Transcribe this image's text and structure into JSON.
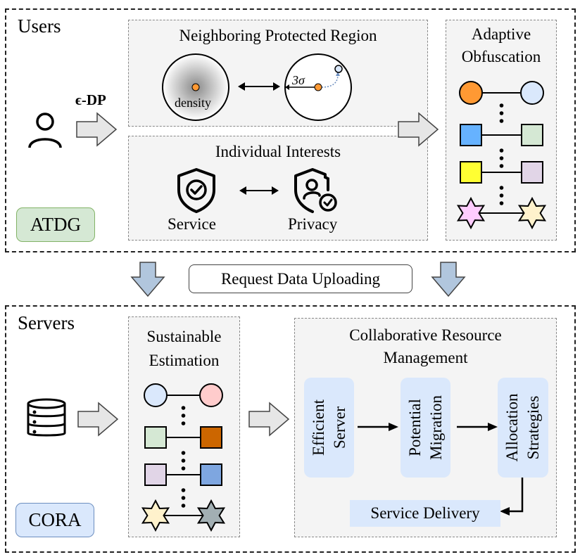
{
  "users_section": {
    "label": "Users",
    "badge": "ATDG",
    "dp_label": "ϵ-DP",
    "neighboring_panel": {
      "title": "Neighboring Protected Region",
      "density_label": "density",
      "radius_label": "3σ"
    },
    "interests_panel": {
      "title": "Individual Interests",
      "left_label": "Service",
      "right_label": "Privacy"
    },
    "obfuscation_panel": {
      "title_line1": "Adaptive",
      "title_line2": "Obfuscation",
      "pairs": [
        {
          "shape": "circle",
          "left_color": "#ff9933",
          "right_color": "#dae8fc"
        },
        {
          "shape": "square",
          "left_color": "#66b2ff",
          "right_color": "#d5e8d4"
        },
        {
          "shape": "square",
          "left_color": "#ffff33",
          "right_color": "#e1d5e7"
        },
        {
          "shape": "star",
          "left_color": "#ffccff",
          "right_color": "#fff2cc"
        }
      ]
    }
  },
  "middle": {
    "request_label": "Request Data Uploading"
  },
  "servers_section": {
    "label": "Servers",
    "badge": "CORA",
    "estimation_panel": {
      "title_line1": "Sustainable",
      "title_line2": "Estimation",
      "pairs": [
        {
          "shape": "circle",
          "left_color": "#dae8fc",
          "right_color": "#ffcccc"
        },
        {
          "shape": "square",
          "left_color": "#d5e8d4",
          "right_color": "#cc6600"
        },
        {
          "shape": "square",
          "left_color": "#e1d5e7",
          "right_color": "#7ea6e0"
        },
        {
          "shape": "star",
          "left_color": "#fff2cc",
          "right_color": "#a2afb3"
        }
      ]
    },
    "management_panel": {
      "title_line1": "Collaborative Resource",
      "title_line2": "Management",
      "steps": [
        {
          "line1": "Efficient",
          "line2": "Server"
        },
        {
          "line1": "Potential",
          "line2": "Migration"
        },
        {
          "line1": "Allocation",
          "line2": "Strategies"
        }
      ],
      "delivery_label": "Service Delivery"
    }
  },
  "colors": {
    "atdg_fill": "#d5e8d4",
    "atdg_border": "#82b366",
    "cora_fill": "#dae8fc",
    "cora_border": "#6c8ebf",
    "down_arrow_fill": "#b1c6dd",
    "step_fill": "#dae8fc",
    "orange_dot": "#ff9933"
  }
}
